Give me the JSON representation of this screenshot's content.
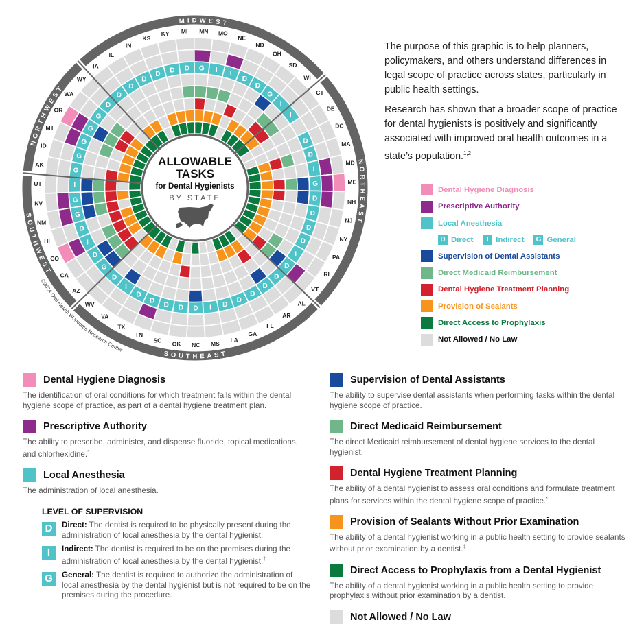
{
  "center": {
    "line1": "ALLOWABLE",
    "line2": "TASKS",
    "line3": "for Dental Hygienists",
    "line4": "BY STATE"
  },
  "copyright": "©2024 Oral Health Workforce Research Center",
  "intro": {
    "p1": "The purpose of this graphic is to help planners, policymakers, and others understand differences in legal scope of practice across states, particularly in public health settings.",
    "p2": "Research has shown that a broader scope of practice for dental hygienists is positively and significantly associated with improved oral health outcomes in a state’s population.",
    "p2_sup": "1,2"
  },
  "colors": {
    "diagnosis": "#f28cb9",
    "prescriptive": "#8e2a8c",
    "anesthesia": "#4fc3c8",
    "supervision": "#1a4a9c",
    "medicaid": "#6fb68a",
    "planning": "#d2222d",
    "sealants": "#f7941d",
    "access": "#0a7a3e",
    "none": "#dcdcdc",
    "region_band": "#646464"
  },
  "legend": {
    "items": [
      {
        "label": "Dental Hygiene Diagnosis",
        "color": "#f28cb9"
      },
      {
        "label": "Prescriptive Authority",
        "color": "#8e2a8c"
      },
      {
        "label": "Local Anesthesia",
        "color": "#4fc3c8"
      },
      {
        "label": "Supervision of Dental Assistants",
        "color": "#1a4a9c"
      },
      {
        "label": "Direct Medicaid Reimbursement",
        "color": "#6fb68a"
      },
      {
        "label": "Dental Hygiene Treatment Planning",
        "color": "#d2222d"
      },
      {
        "label": "Provision of Sealants",
        "color": "#f7941d"
      },
      {
        "label": "Direct Access to Prophylaxis",
        "color": "#0a7a3e"
      },
      {
        "label": "Not Allowed / No Law",
        "color": "#dcdcdc"
      }
    ],
    "levels": [
      {
        "letter": "D",
        "label": "Direct"
      },
      {
        "letter": "I",
        "label": "Indirect"
      },
      {
        "letter": "G",
        "label": "General"
      }
    ]
  },
  "definitions": {
    "left": [
      {
        "title": "Dental Hygiene Diagnosis",
        "color": "#f28cb9",
        "text": "The identification of oral conditions for which treatment falls within the dental hygiene scope of practice, as part of a dental hygiene treatment plan.",
        "mark": ""
      },
      {
        "title": "Prescriptive Authority",
        "color": "#8e2a8c",
        "text": "The ability to prescribe, administer, and dispense fluoride, topical medications, and chlorhexidine.",
        "mark": "*"
      },
      {
        "title": "Local Anesthesia",
        "color": "#4fc3c8",
        "text": "The administration of local anesthesia.",
        "mark": ""
      }
    ],
    "right": [
      {
        "title": "Supervision of Dental Assistants",
        "color": "#1a4a9c",
        "text": "The ability to supervise dental assistants when performing tasks within the dental hygiene scope of practice.",
        "mark": ""
      },
      {
        "title": "Direct Medicaid Reimbursement",
        "color": "#6fb68a",
        "text": "The direct Medicaid reimbursement of dental hygiene services to the dental hygienist.",
        "mark": ""
      },
      {
        "title": "Dental Hygiene Treatment Planning",
        "color": "#d2222d",
        "text": "The ability of a dental hygienist to assess oral conditions and formulate treatment plans for services within the dental hygiene scope of practice.",
        "mark": "*"
      },
      {
        "title": "Provision of Sealants Without Prior Examination",
        "color": "#f7941d",
        "text": "The ability of a dental hygienist working in a public health setting to provide sealants without prior examination by a dentist.",
        "mark": "‡"
      },
      {
        "title": "Direct Access to Prophylaxis from a Dental Hygienist",
        "color": "#0a7a3e",
        "text": "The ability of a dental hygienist working in a public health setting to provide prophylaxis without prior examination by a dentist.",
        "mark": ""
      },
      {
        "title": "Not Allowed / No Law",
        "color": "#dcdcdc",
        "text": "",
        "mark": ""
      }
    ]
  },
  "supervision": {
    "title": "LEVEL OF SUPERVISION",
    "items": [
      {
        "letter": "D",
        "term": "Direct:",
        "text": " The dentist is required to be physically present during the administration of local anesthesia by the dental hygienist.",
        "mark": ""
      },
      {
        "letter": "I",
        "term": "Indirect:",
        "text": " The dentist is required to be on the premises during the administration of local anesthesia by the dental hygienist.",
        "mark": "†"
      },
      {
        "letter": "G",
        "term": "General:",
        "text": " The dentist is required to authorize the administration of local anesthesia by the dental hygienist but is not required to be on the premises during the procedure.",
        "mark": ""
      }
    ]
  },
  "chart_data": {
    "type": "radial-heatmap",
    "title": "Allowable Tasks for Dental Hygienists by State",
    "rings_outer_to_inner": [
      "diagnosis",
      "prescriptive",
      "anesthesia",
      "supervision",
      "medicaid",
      "planning",
      "sealants",
      "access"
    ],
    "regions": [
      {
        "name": "NORTHWEST",
        "states": [
          "AK",
          "ID",
          "MT",
          "OR",
          "WA",
          "WY"
        ]
      },
      {
        "name": "MIDWEST",
        "states": [
          "IA",
          "IL",
          "IN",
          "KS",
          "KY",
          "MI",
          "MN",
          "MO",
          "NE",
          "ND",
          "OH",
          "SD",
          "WI"
        ]
      },
      {
        "name": "NORTHEAST",
        "states": [
          "CT",
          "DE",
          "DC",
          "MA",
          "MD",
          "ME",
          "NH",
          "NJ",
          "NY",
          "PA",
          "RI",
          "VT"
        ]
      },
      {
        "name": "SOUTHEAST",
        "states": [
          "AL",
          "AR",
          "FL",
          "GA",
          "LA",
          "MS",
          "NC",
          "OK",
          "SC",
          "TN",
          "TX",
          "VA",
          "WV"
        ]
      },
      {
        "name": "SOUTHWEST",
        "states": [
          "AZ",
          "CA",
          "CO",
          "HI",
          "NM",
          "NV",
          "UT"
        ]
      }
    ],
    "states": [
      {
        "code": "AK",
        "v": [
          0,
          0,
          "G",
          0,
          0,
          1,
          1,
          1
        ]
      },
      {
        "code": "ID",
        "v": [
          0,
          0,
          "G",
          0,
          0,
          0,
          1,
          1
        ]
      },
      {
        "code": "MT",
        "v": [
          0,
          1,
          "G",
          0,
          1,
          0,
          1,
          1
        ]
      },
      {
        "code": "OR",
        "v": [
          1,
          1,
          "G",
          1,
          1,
          1,
          1,
          1
        ]
      },
      {
        "code": "WA",
        "v": [
          0,
          0,
          "G",
          0,
          1,
          1,
          1,
          1
        ]
      },
      {
        "code": "WY",
        "v": [
          0,
          0,
          "D",
          0,
          0,
          0,
          0,
          1
        ]
      },
      {
        "code": "IA",
        "v": [
          0,
          0,
          "D",
          0,
          0,
          0,
          1,
          1
        ]
      },
      {
        "code": "IL",
        "v": [
          0,
          0,
          "D",
          0,
          0,
          0,
          1,
          1
        ]
      },
      {
        "code": "IN",
        "v": [
          0,
          0,
          "D",
          0,
          0,
          0,
          0,
          0
        ]
      },
      {
        "code": "KS",
        "v": [
          0,
          0,
          "D",
          0,
          0,
          0,
          1,
          1
        ]
      },
      {
        "code": "KY",
        "v": [
          0,
          0,
          "D",
          0,
          0,
          0,
          1,
          1
        ]
      },
      {
        "code": "MI",
        "v": [
          0,
          0,
          "D",
          0,
          1,
          0,
          1,
          1
        ]
      },
      {
        "code": "MN",
        "v": [
          0,
          1,
          "G",
          0,
          1,
          1,
          1,
          1
        ]
      },
      {
        "code": "MO",
        "v": [
          0,
          0,
          "I",
          0,
          1,
          0,
          1,
          1
        ]
      },
      {
        "code": "NE",
        "v": [
          0,
          1,
          "I",
          0,
          1,
          0,
          1,
          1
        ]
      },
      {
        "code": "ND",
        "v": [
          0,
          0,
          "D",
          0,
          0,
          1,
          0,
          0
        ]
      },
      {
        "code": "OH",
        "v": [
          0,
          0,
          "D",
          0,
          0,
          0,
          1,
          1
        ]
      },
      {
        "code": "SD",
        "v": [
          0,
          0,
          "G",
          1,
          0,
          0,
          1,
          1
        ]
      },
      {
        "code": "WI",
        "v": [
          0,
          0,
          "I",
          0,
          1,
          1,
          1,
          1
        ]
      },
      {
        "code": "CT",
        "v": [
          0,
          0,
          "I",
          0,
          1,
          1,
          1,
          1
        ]
      },
      {
        "code": "DE",
        "v": [
          0,
          0,
          "",
          0,
          0,
          0,
          0,
          0
        ]
      },
      {
        "code": "DC",
        "v": [
          0,
          0,
          "D",
          0,
          0,
          0,
          0,
          0
        ]
      },
      {
        "code": "MA",
        "v": [
          0,
          0,
          "D",
          0,
          1,
          1,
          1,
          1
        ]
      },
      {
        "code": "MD",
        "v": [
          0,
          1,
          "I",
          0,
          0,
          0,
          1,
          1
        ]
      },
      {
        "code": "ME",
        "v": [
          1,
          1,
          "G",
          1,
          1,
          1,
          1,
          1
        ]
      },
      {
        "code": "NH",
        "v": [
          0,
          1,
          "D",
          1,
          0,
          1,
          1,
          1
        ]
      },
      {
        "code": "NJ",
        "v": [
          0,
          0,
          "D",
          0,
          0,
          0,
          1,
          1
        ]
      },
      {
        "code": "NY",
        "v": [
          0,
          0,
          "D",
          0,
          0,
          0,
          1,
          1
        ]
      },
      {
        "code": "PA",
        "v": [
          0,
          0,
          "D",
          0,
          0,
          0,
          1,
          1
        ]
      },
      {
        "code": "RI",
        "v": [
          0,
          0,
          "I",
          0,
          1,
          0,
          1,
          1
        ]
      },
      {
        "code": "VT",
        "v": [
          0,
          1,
          "D",
          1,
          1,
          1,
          1,
          1
        ]
      },
      {
        "code": "AL",
        "v": [
          0,
          0,
          "D",
          0,
          0,
          0,
          0,
          0
        ]
      },
      {
        "code": "AR",
        "v": [
          0,
          0,
          "D",
          1,
          0,
          1,
          1,
          1
        ]
      },
      {
        "code": "FL",
        "v": [
          0,
          0,
          "D",
          0,
          0,
          0,
          1,
          1
        ]
      },
      {
        "code": "GA",
        "v": [
          0,
          0,
          "D",
          0,
          0,
          0,
          1,
          1
        ]
      },
      {
        "code": "LA",
        "v": [
          0,
          0,
          "D",
          0,
          0,
          0,
          0,
          0
        ]
      },
      {
        "code": "MS",
        "v": [
          0,
          0,
          "I",
          0,
          0,
          0,
          0,
          0
        ]
      },
      {
        "code": "NC",
        "v": [
          0,
          0,
          "D",
          1,
          0,
          0,
          0,
          1
        ]
      },
      {
        "code": "OK",
        "v": [
          0,
          0,
          "D",
          0,
          0,
          1,
          0,
          0
        ]
      },
      {
        "code": "SC",
        "v": [
          0,
          0,
          "D",
          0,
          0,
          0,
          1,
          1
        ]
      },
      {
        "code": "TN",
        "v": [
          0,
          1,
          "D",
          0,
          0,
          0,
          0,
          0
        ]
      },
      {
        "code": "TX",
        "v": [
          0,
          0,
          "D",
          0,
          0,
          0,
          1,
          1
        ]
      },
      {
        "code": "VA",
        "v": [
          0,
          0,
          "I",
          1,
          0,
          0,
          1,
          1
        ]
      },
      {
        "code": "WV",
        "v": [
          0,
          0,
          "D",
          0,
          0,
          0,
          1,
          1
        ]
      },
      {
        "code": "AZ",
        "v": [
          0,
          0,
          "G",
          1,
          1,
          1,
          0,
          1
        ]
      },
      {
        "code": "CA",
        "v": [
          0,
          0,
          "D",
          1,
          1,
          1,
          1,
          1
        ]
      },
      {
        "code": "CO",
        "v": [
          1,
          1,
          "I",
          0,
          1,
          1,
          1,
          1
        ]
      },
      {
        "code": "HI",
        "v": [
          0,
          0,
          "D",
          0,
          0,
          1,
          1,
          1
        ]
      },
      {
        "code": "NM",
        "v": [
          0,
          1,
          "G",
          1,
          1,
          1,
          0,
          1
        ]
      },
      {
        "code": "NV",
        "v": [
          0,
          1,
          "G",
          1,
          1,
          1,
          1,
          1
        ]
      },
      {
        "code": "UT",
        "v": [
          0,
          0,
          "I",
          1,
          1,
          1,
          0,
          1
        ]
      }
    ]
  }
}
